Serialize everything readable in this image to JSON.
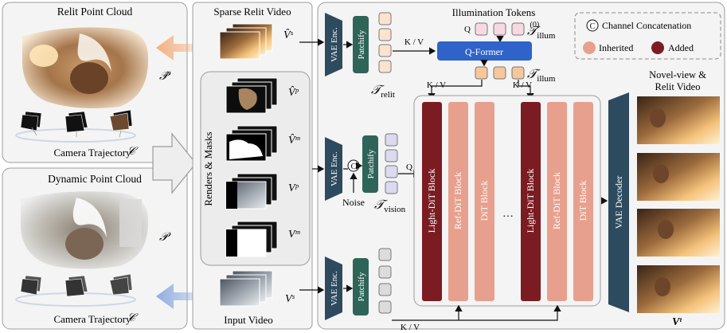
{
  "left_panel": {
    "relit_title": "Relit Point Cloud",
    "relit_symbol": "𝒫̂",
    "relit_trajectory_label": "Camera Trajectory",
    "relit_trajectory_symbol": "𝒞",
    "dynamic_title": "Dynamic Point Cloud",
    "dynamic_symbol": "𝒫",
    "dynamic_trajectory_label": "Camera Trajectory",
    "dynamic_trajectory_symbol": "𝒞"
  },
  "middle_panel": {
    "sparse_title": "Sparse Relit Video",
    "sparse_symbol": "V̂ˢ",
    "renders_masks_label": "Renders & Masks",
    "vp_hat": "V̂ᵖ",
    "vm_hat": "V̂ᵐ",
    "vp": "Vᵖ",
    "vm": "Vᵐ",
    "input_symbol": "Vˢ",
    "input_title": "Input Video"
  },
  "pipeline": {
    "vae_enc": "VAE Enc.",
    "patchify": "Patchify",
    "illumination_tokens": "Illumination Tokens",
    "q": "Q",
    "kv": "K / V",
    "q_former": "Q-Former",
    "t_illum0": "𝒯",
    "t_illum0_sub": "illum",
    "t_illum0_sup": "(0)",
    "t_illum": "𝒯",
    "t_illum_sub": "illum",
    "t_relit": "𝒯",
    "t_relit_sub": "relit",
    "t_vision": "𝒯",
    "t_vision_sub": "vision",
    "concat_symbol": "C",
    "noise": "Noise",
    "ellipsis": "…",
    "blocks": [
      "Light-DiT Block",
      "Ref-DiT Block",
      "DiT Block",
      "Light-DiT Block",
      "Ref-DiT Block",
      "DiT Block"
    ],
    "vae_decoder": "VAE Decoder"
  },
  "legend": {
    "concat_label": "Channel Concatenation",
    "inherited_label": "Inherited",
    "added_label": "Added"
  },
  "output": {
    "title_line1": "Novel-view &",
    "title_line2": "Relit Video",
    "symbol": "Vᵗ"
  },
  "colors": {
    "inherited": "#e8a08e",
    "added": "#7a1c22",
    "vae": "#2e4a5e",
    "patchify": "#2f6459",
    "qformer": "#2f63c9",
    "token_relit": "#fbe3cf",
    "token_illum": "#f6c69c",
    "token_vision": "#dcdaf0",
    "token_input": "#dcdcdc",
    "token_illum0": "#f7d9e2"
  }
}
